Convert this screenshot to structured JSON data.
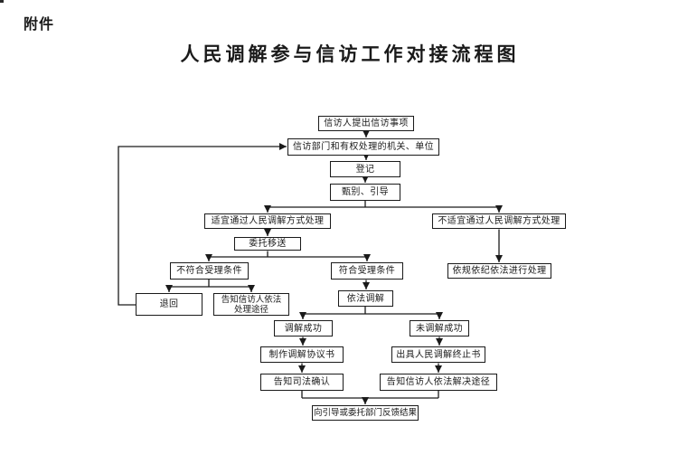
{
  "page": {
    "attachment_label": "附件",
    "title": "人民调解参与信访工作对接流程图"
  },
  "colors": {
    "ink": "#1a1a1a",
    "paper": "#ffffff"
  },
  "flowchart": {
    "nodes": {
      "propose": {
        "label": "信访人提出信访事项"
      },
      "department": {
        "label": "信访部门和有权处理的机关、单位"
      },
      "register": {
        "label": "登记"
      },
      "screen": {
        "label": "甄别、引导"
      },
      "suitable": {
        "label": "适宜通过人民调解方式处理"
      },
      "unsuitable": {
        "label": "不适宜通过人民调解方式处理"
      },
      "entrust": {
        "label": "委托移送"
      },
      "not_meet": {
        "label": "不符合受理条件"
      },
      "meet": {
        "label": "符合受理条件"
      },
      "law_handle": {
        "label": "依规依纪依法进行处理"
      },
      "return": {
        "label": "退回"
      },
      "inform_handle": {
        "label": "告知信访人依法处理途径",
        "line1": "告知信访人依法",
        "line2": "处理途径"
      },
      "mediate": {
        "label": "依法调解"
      },
      "success": {
        "label": "调解成功"
      },
      "fail": {
        "label": "未调解成功"
      },
      "agreement": {
        "label": "制作调解协议书"
      },
      "termination": {
        "label": "出具人民调解终止书"
      },
      "judicial": {
        "label": "告知司法确认"
      },
      "inform_resolve": {
        "label": "告知信访人依法解决途径"
      },
      "feedback": {
        "label": "向引导或委托部门反馈结果"
      }
    }
  }
}
